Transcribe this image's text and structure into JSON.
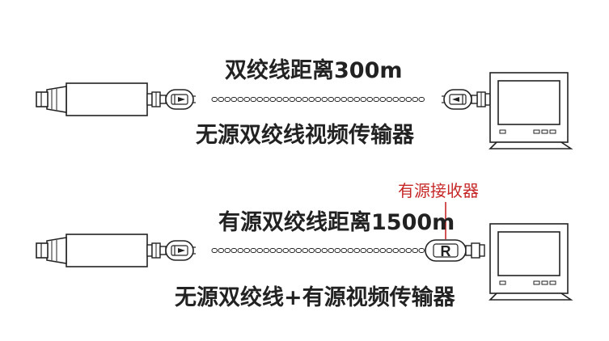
{
  "top_setup": {
    "distance_label": "双绞线距离300m",
    "device_label": "无源双绞线视频传输器"
  },
  "bottom_setup": {
    "distance_label": "有源双绞线距离1500m",
    "device_label": "无源双绞线+有源视频传输器",
    "receiver_callout": "有源接收器",
    "receiver_mark": "R"
  },
  "colors": {
    "line": "#222222",
    "callout": "#c62828",
    "screen_fill": "#ffffff"
  },
  "icons": [
    "camera-icon",
    "balun-icon",
    "twisted-pair-cable",
    "active-receiver-icon",
    "monitor-icon"
  ]
}
